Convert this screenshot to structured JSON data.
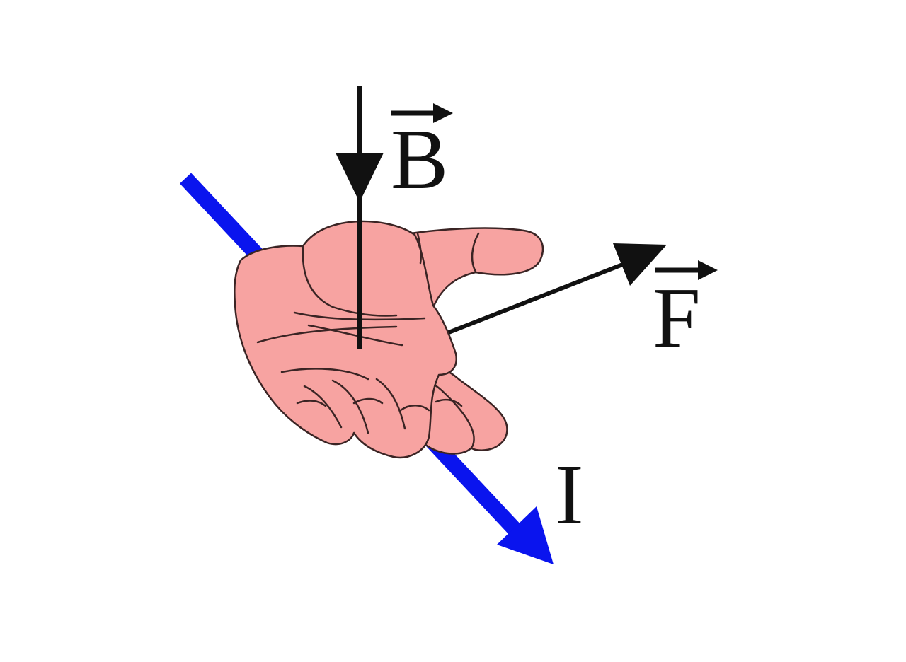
{
  "labels": {
    "magnetic_field": "B",
    "force": "F",
    "current": "I"
  },
  "colors": {
    "background": "#ffffff",
    "current_arrow": "#0a14ee",
    "field_arrow": "#111111",
    "force_arrow": "#111111",
    "hand_fill": "#f7a3a1",
    "hand_outline": "#3a2424"
  },
  "icons": {
    "hand": "open-right-hand-palm-up",
    "vector_marker": "over-arrow"
  }
}
